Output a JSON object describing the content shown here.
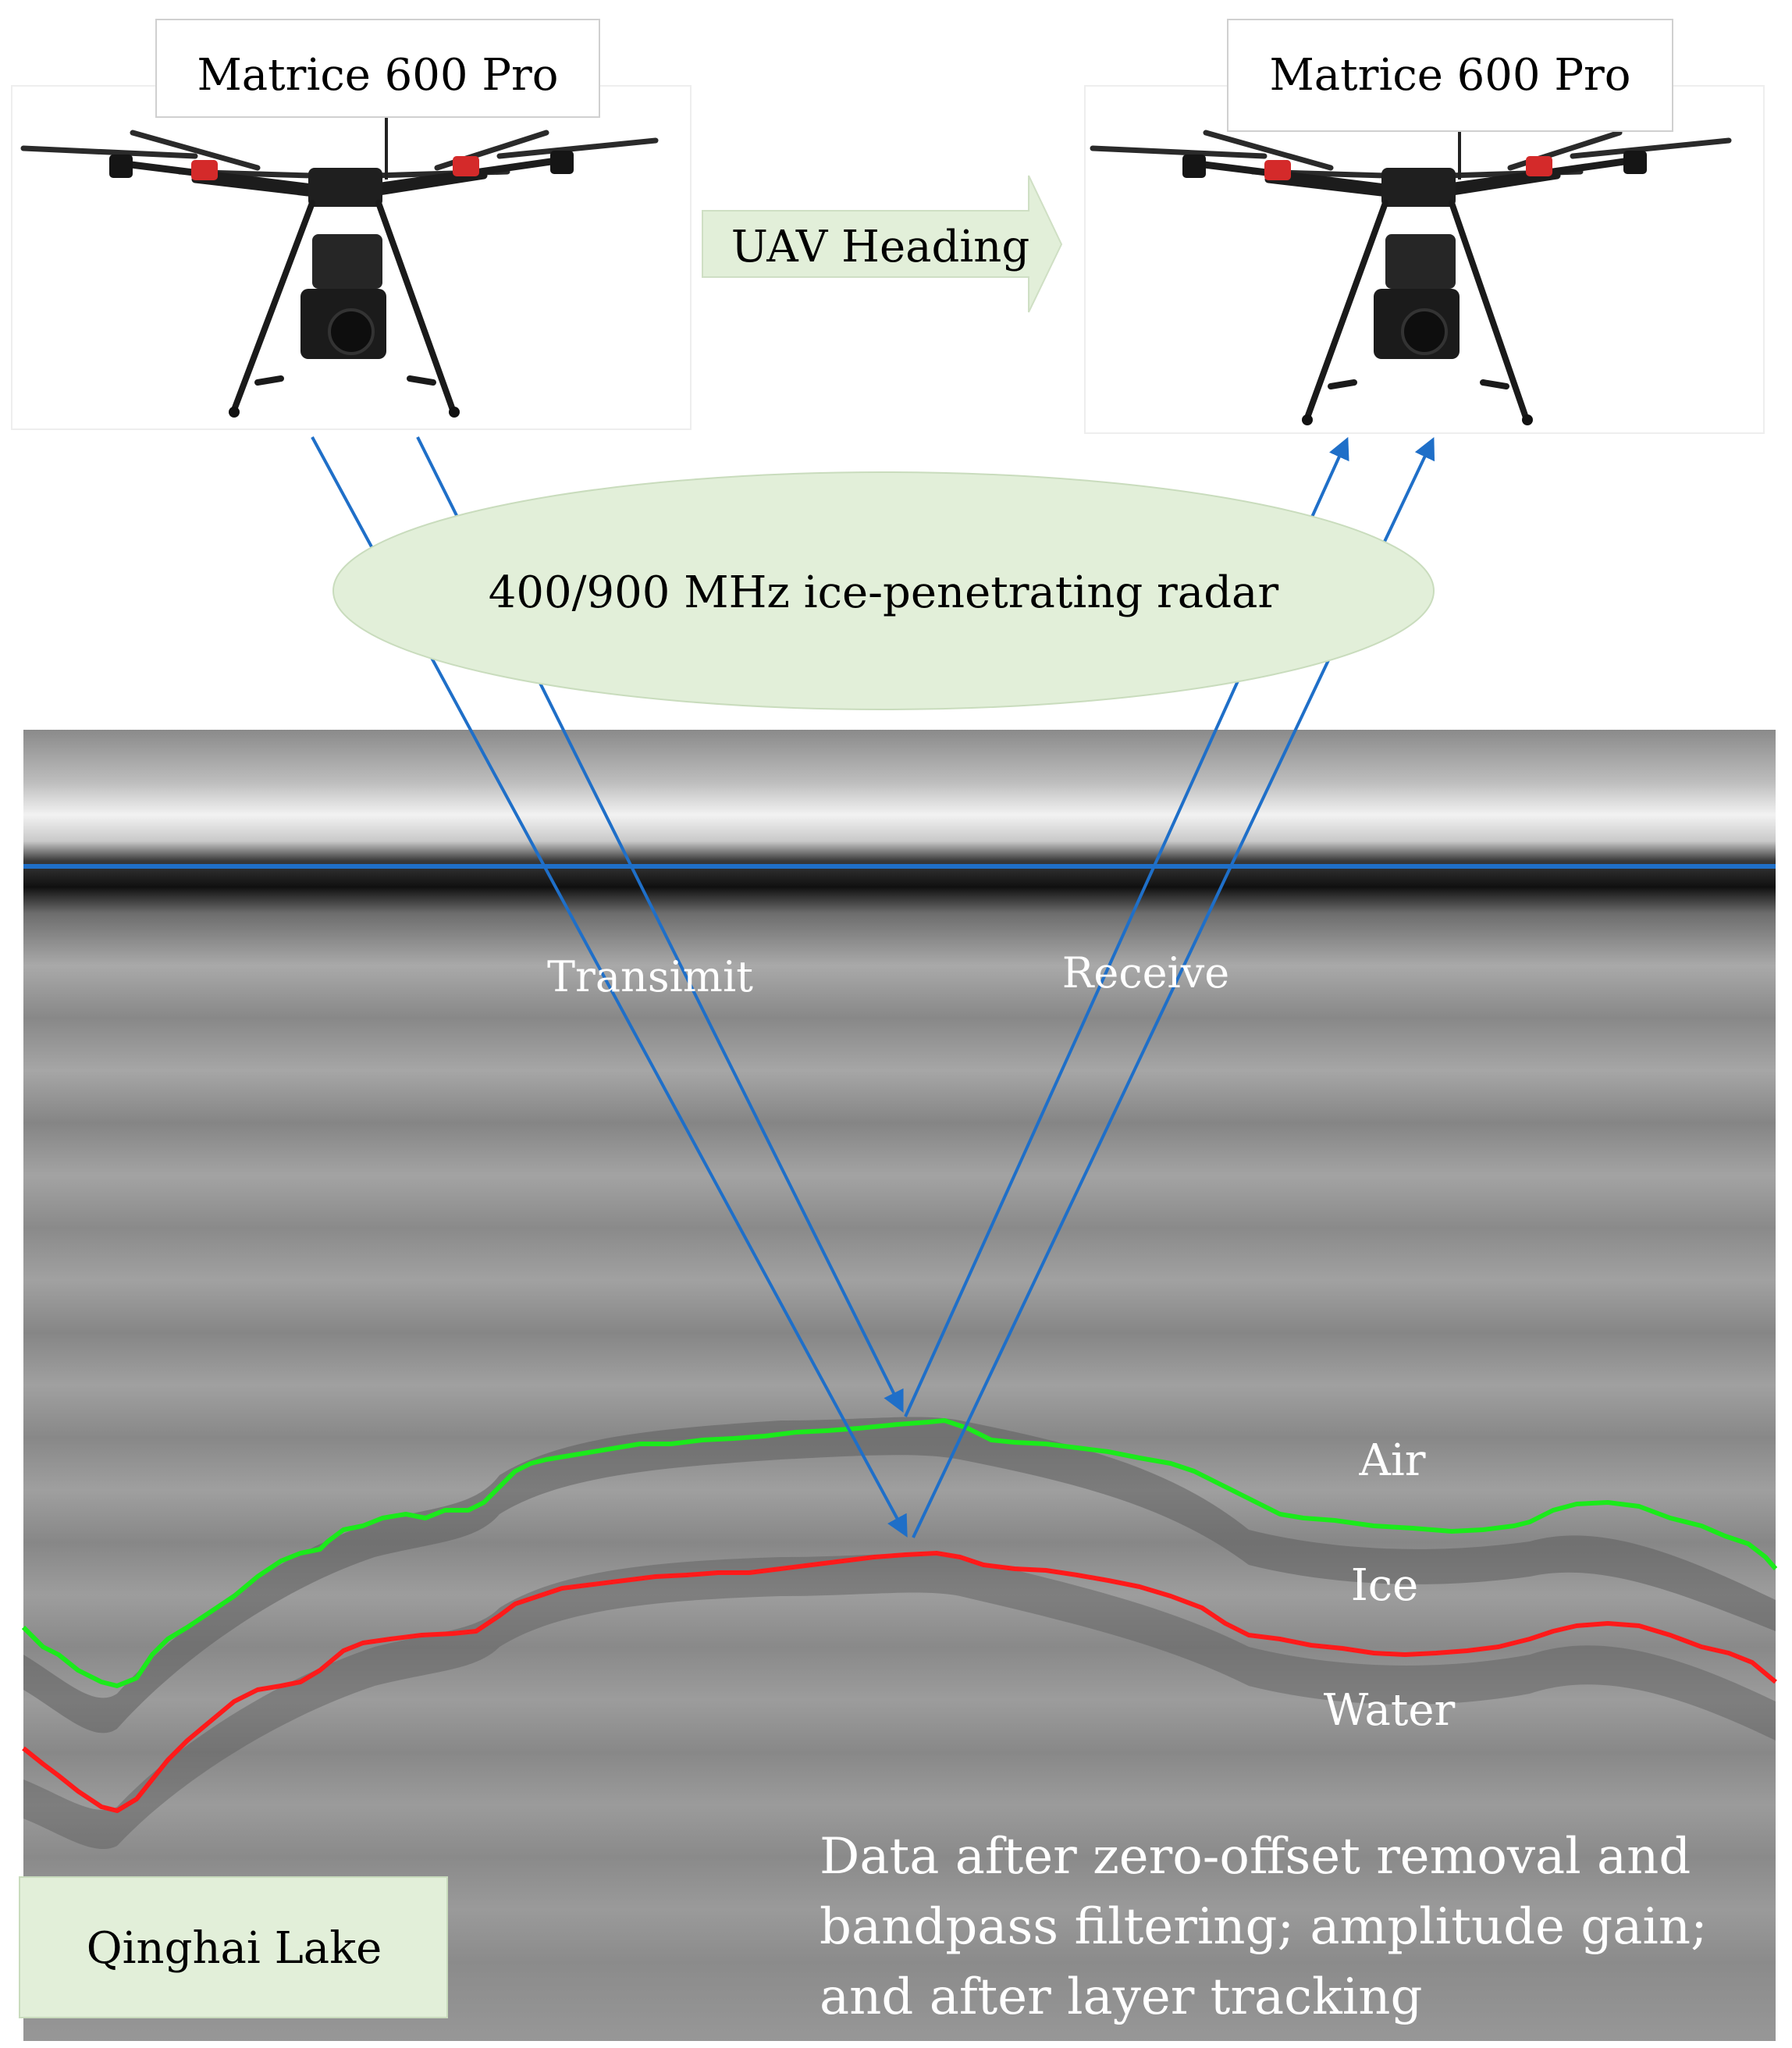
{
  "drone_left": {
    "label": "Matrice 600 Pro"
  },
  "drone_right": {
    "label": "Matrice 600 Pro"
  },
  "heading": {
    "label": "UAV Heading"
  },
  "radar": {
    "label": "400/900 MHz ice-penetrating radar"
  },
  "rays": {
    "transmit_label": "Transimit",
    "receive_label": "Receive"
  },
  "layers": {
    "air": "Air",
    "ice": "Ice",
    "water": "Water"
  },
  "location": {
    "label": "Qinghai Lake"
  },
  "caption": {
    "line1": "Data after zero-offset removal and",
    "line2": "bandpass filtering; amplitude gain;",
    "line3": "and after layer tracking"
  },
  "colors": {
    "ray_blue": "#1f6fc8",
    "air_ice_track": "#1bea1b",
    "ice_water_track": "#ff1a1a",
    "label_fill": "#e2efd9",
    "radargram_gray": "#8e8e8e"
  }
}
